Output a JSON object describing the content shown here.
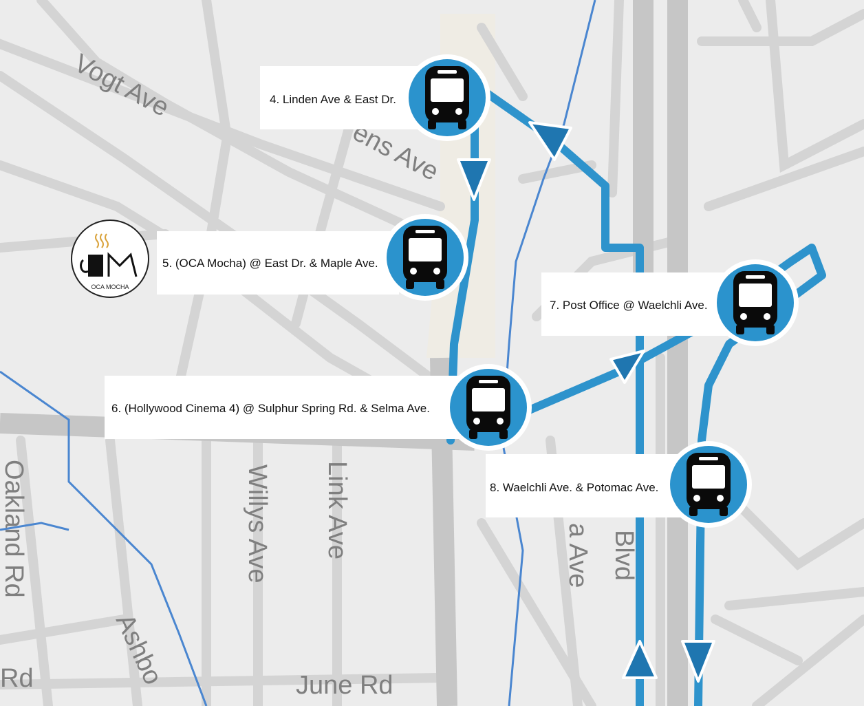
{
  "streets": {
    "vogt": "Vogt Ave",
    "ens": "ens Ave",
    "willys": "Willys Ave",
    "link": "Link Ave",
    "oakland": "Oakland Rd",
    "june": "June Rd",
    "rd": "Rd",
    "ashbo": "Ashbo",
    "blvd": "Blvd",
    "ave_partial": "a Ave"
  },
  "stops": [
    {
      "label": "4. Linden Ave & East Dr.",
      "icon": "bus-icon"
    },
    {
      "label": "5. (OCA Mocha) @ East Dr. & Maple Ave.",
      "icon": "bus-icon"
    },
    {
      "label": "6. (Hollywood Cinema 4) @ Sulphur Spring Rd. & Selma Ave.",
      "icon": "bus-icon"
    },
    {
      "label": "7. Post Office @ Waelchli Ave.",
      "icon": "bus-icon"
    },
    {
      "label": "8. Waelchli Ave. & Potomac Ave.",
      "icon": "bus-icon"
    }
  ],
  "logo": {
    "text": "OCA MOCHA"
  },
  "colors": {
    "route": "#2e93cc",
    "arrow": "#1f76b0",
    "stop_circle": "#2b93cd",
    "road": "#d3d3d3",
    "stream": "#4a86d0",
    "background": "#ececec"
  }
}
